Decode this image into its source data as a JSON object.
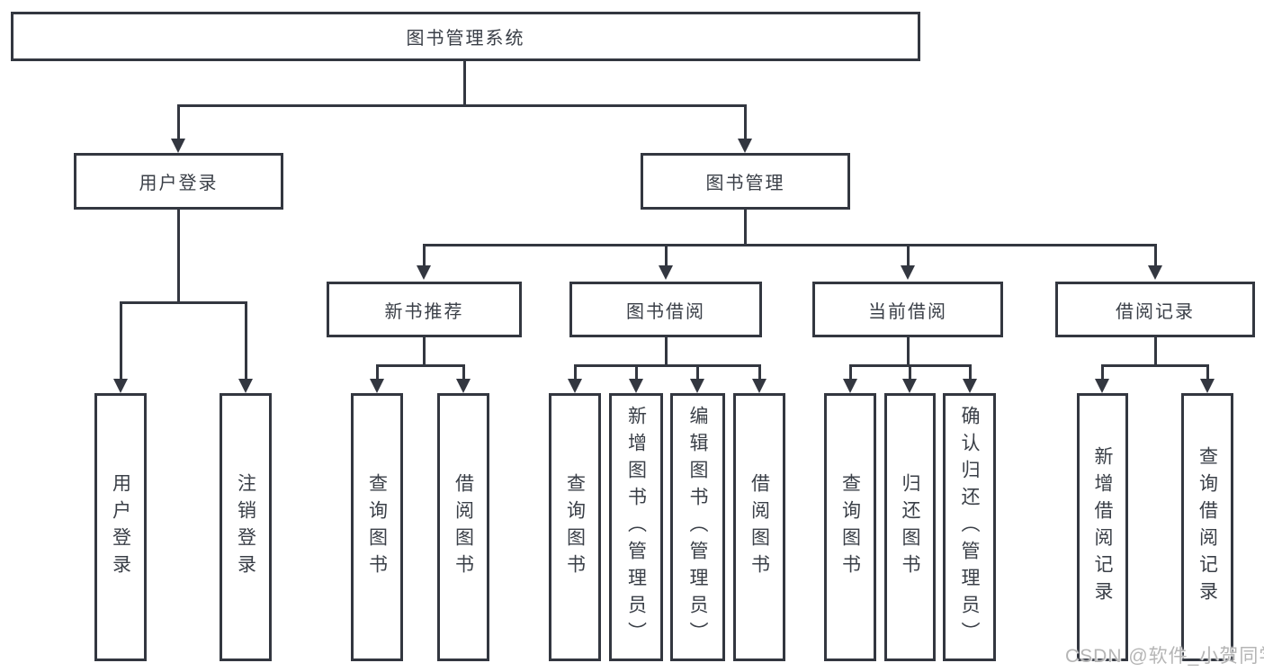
{
  "diagram": {
    "root": {
      "label": "图书管理系统"
    },
    "branches": [
      {
        "label": "用户登录",
        "children": [
          {
            "label": "用户登录"
          },
          {
            "label": "注销登录"
          }
        ]
      },
      {
        "label": "图书管理",
        "children": [
          {
            "label": "新书推荐",
            "children": [
              {
                "label": "查询图书"
              },
              {
                "label": "借阅图书"
              }
            ]
          },
          {
            "label": "图书借阅",
            "children": [
              {
                "label": "查询图书"
              },
              {
                "label": "新增图书（管理员）"
              },
              {
                "label": "编辑图书（管理员）"
              },
              {
                "label": "借阅图书"
              }
            ]
          },
          {
            "label": "当前借阅",
            "children": [
              {
                "label": "查询图书"
              },
              {
                "label": "归还图书"
              },
              {
                "label": "确认归还（管理员）"
              }
            ]
          },
          {
            "label": "借阅记录",
            "children": [
              {
                "label": "新增借阅记录"
              },
              {
                "label": "查询借阅记录"
              }
            ]
          }
        ]
      }
    ],
    "watermark": {
      "text": "CSDN @软件_小贺同学"
    },
    "colors": {
      "line": "#333740",
      "box_border": "#333740",
      "text": "#3a3f47",
      "watermark": "#b5b5b5",
      "background": "#ffffff"
    }
  }
}
